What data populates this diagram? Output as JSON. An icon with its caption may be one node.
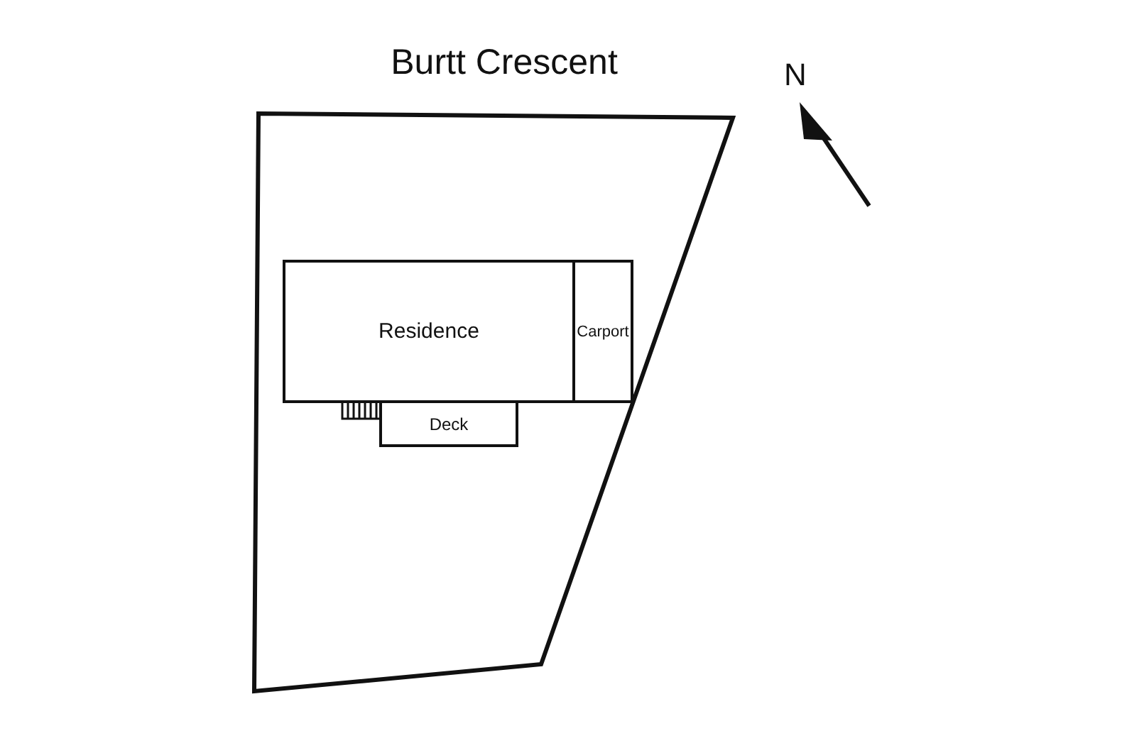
{
  "diagram": {
    "title": "Burtt Crescent",
    "nodes": [
      {
        "text": [],
        "shape": "box"
      },
      {
        "text": [
          "Residence"
        ],
        "in": 0
      },
      {
        "text": [
          "Carport"
        ],
        "in": 0
      },
      {
        "text": [
          "Deck"
        ],
        "in": 0
      }
    ],
    "labels": [
      "N"
    ]
  }
}
